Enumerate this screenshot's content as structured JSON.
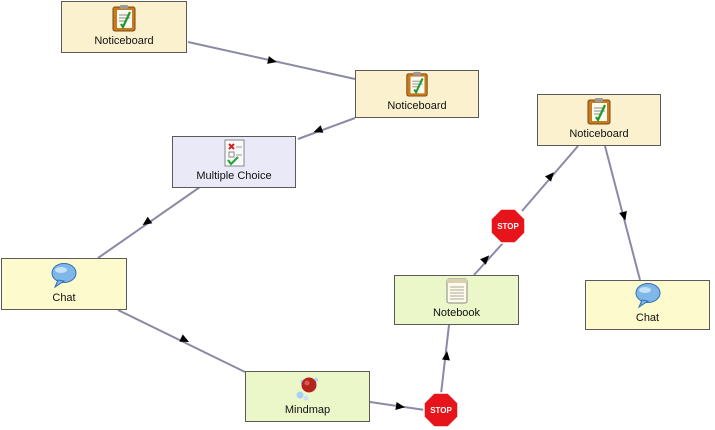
{
  "nodes": [
    {
      "id": "n1",
      "label": "Noticeboard",
      "icon": "noticeboard-icon"
    },
    {
      "id": "n2",
      "label": "Noticeboard",
      "icon": "noticeboard-icon"
    },
    {
      "id": "n3",
      "label": "Multiple Choice",
      "icon": "multiple-choice-icon"
    },
    {
      "id": "n4",
      "label": "Chat",
      "icon": "chat-bubble-icon"
    },
    {
      "id": "n5",
      "label": "Mindmap",
      "icon": "mindmap-icon"
    },
    {
      "id": "n6",
      "label": "Notebook",
      "icon": "notebook-icon"
    },
    {
      "id": "n7",
      "label": "Noticeboard",
      "icon": "noticeboard-icon"
    },
    {
      "id": "n8",
      "label": "Chat",
      "icon": "chat-bubble-icon"
    }
  ],
  "stops": [
    {
      "id": "s1",
      "label": "STOP"
    },
    {
      "id": "s2",
      "label": "STOP"
    }
  ],
  "colors": {
    "edge": "#8a8aa5",
    "stop": "#e8141b",
    "noticeboard_bg": "#fcf1cf",
    "chat_bg": "#fdfbcd",
    "multiple_choice_bg": "#e9e9f7",
    "mindmap_notebook_bg": "#ebf6c9"
  }
}
